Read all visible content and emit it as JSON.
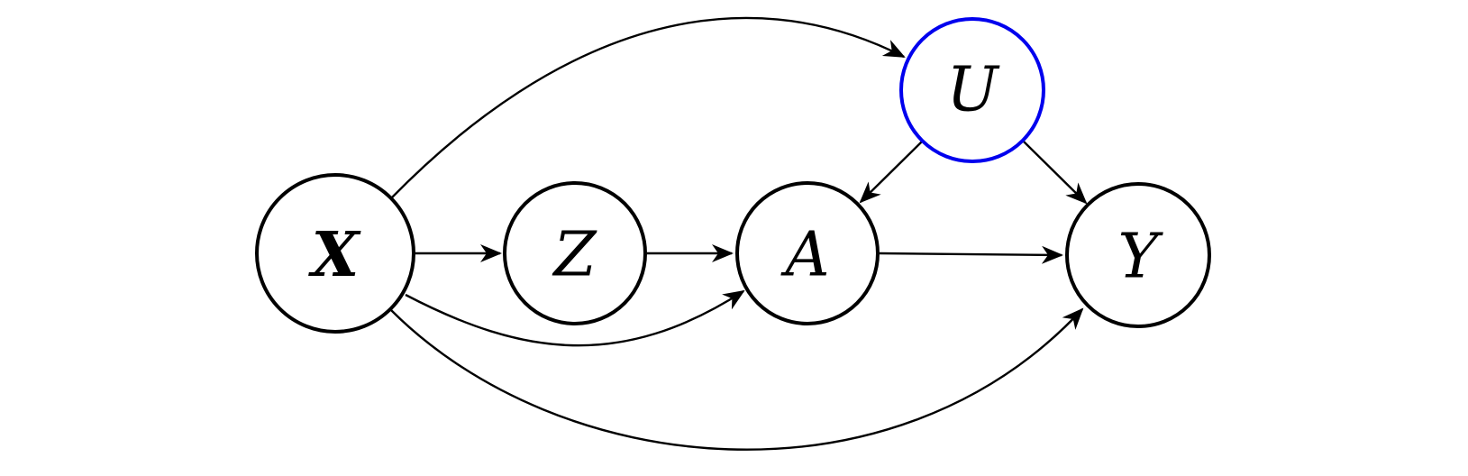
{
  "colors": {
    "default_stroke": "#000000",
    "highlight_stroke": "#0000ee",
    "background": "#ffffff"
  },
  "nodes": {
    "x": {
      "label": "X",
      "bold": true,
      "highlighted": false
    },
    "z": {
      "label": "Z",
      "bold": false,
      "highlighted": false
    },
    "a": {
      "label": "A",
      "bold": false,
      "highlighted": false
    },
    "u": {
      "label": "U",
      "bold": false,
      "highlighted": true
    },
    "y": {
      "label": "Y",
      "bold": false,
      "highlighted": false
    }
  },
  "edges": [
    {
      "from": "X",
      "to": "Z"
    },
    {
      "from": "Z",
      "to": "A"
    },
    {
      "from": "A",
      "to": "Y"
    },
    {
      "from": "X",
      "to": "U"
    },
    {
      "from": "X",
      "to": "A"
    },
    {
      "from": "X",
      "to": "Y"
    },
    {
      "from": "U",
      "to": "A"
    },
    {
      "from": "U",
      "to": "Y"
    }
  ]
}
